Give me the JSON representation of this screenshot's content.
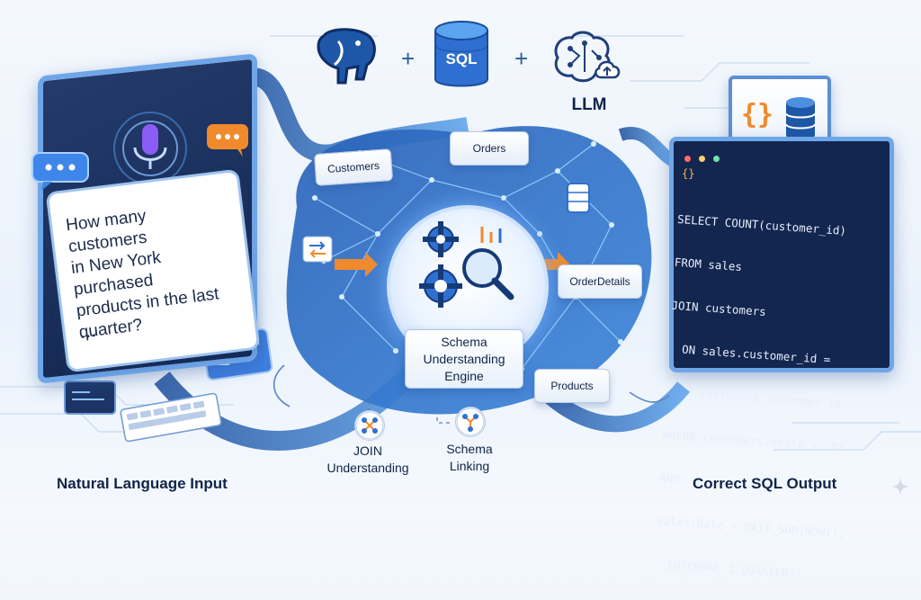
{
  "logos": {
    "postgres_icon": "elephant-icon",
    "sql_label": "SQL",
    "plus_1": "+",
    "plus_2": "+",
    "llm_icon": "brain-icon",
    "llm_label": "LLM"
  },
  "input": {
    "question_lines": [
      "How many customers",
      "in New York purchased",
      "products in the last",
      "quarter?"
    ],
    "ellipsis": "...",
    "label": "Natural Language Input",
    "mic_icon": "microphone-icon"
  },
  "schema": {
    "customers": "Customers",
    "orders": "Orders",
    "order_details": "OrderDetails",
    "products": "Products",
    "engine_lines": [
      "Schema",
      "Understanding",
      "Engine"
    ],
    "join_lines": [
      "JOIN",
      "Understanding"
    ],
    "linking_lines": [
      "Schema",
      "Linking"
    ]
  },
  "output": {
    "label": "Correct SQL Output",
    "braces": "{}",
    "code_lines": [
      "SELECT COUNT(customer_id)",
      "FROM sales",
      "JOIN customers",
      "  ON sales.customer_id =",
      "     customers.customer_id",
      "WHERE customers.state = 'NY'",
      "AND",
      "sales.date > DATE_SUB(NOW(),",
      "  INTERVAL 1 QUARTER);"
    ]
  },
  "colors": {
    "accent": "#2f6fd1",
    "orange": "#f08a2c",
    "navy": "#132650"
  }
}
